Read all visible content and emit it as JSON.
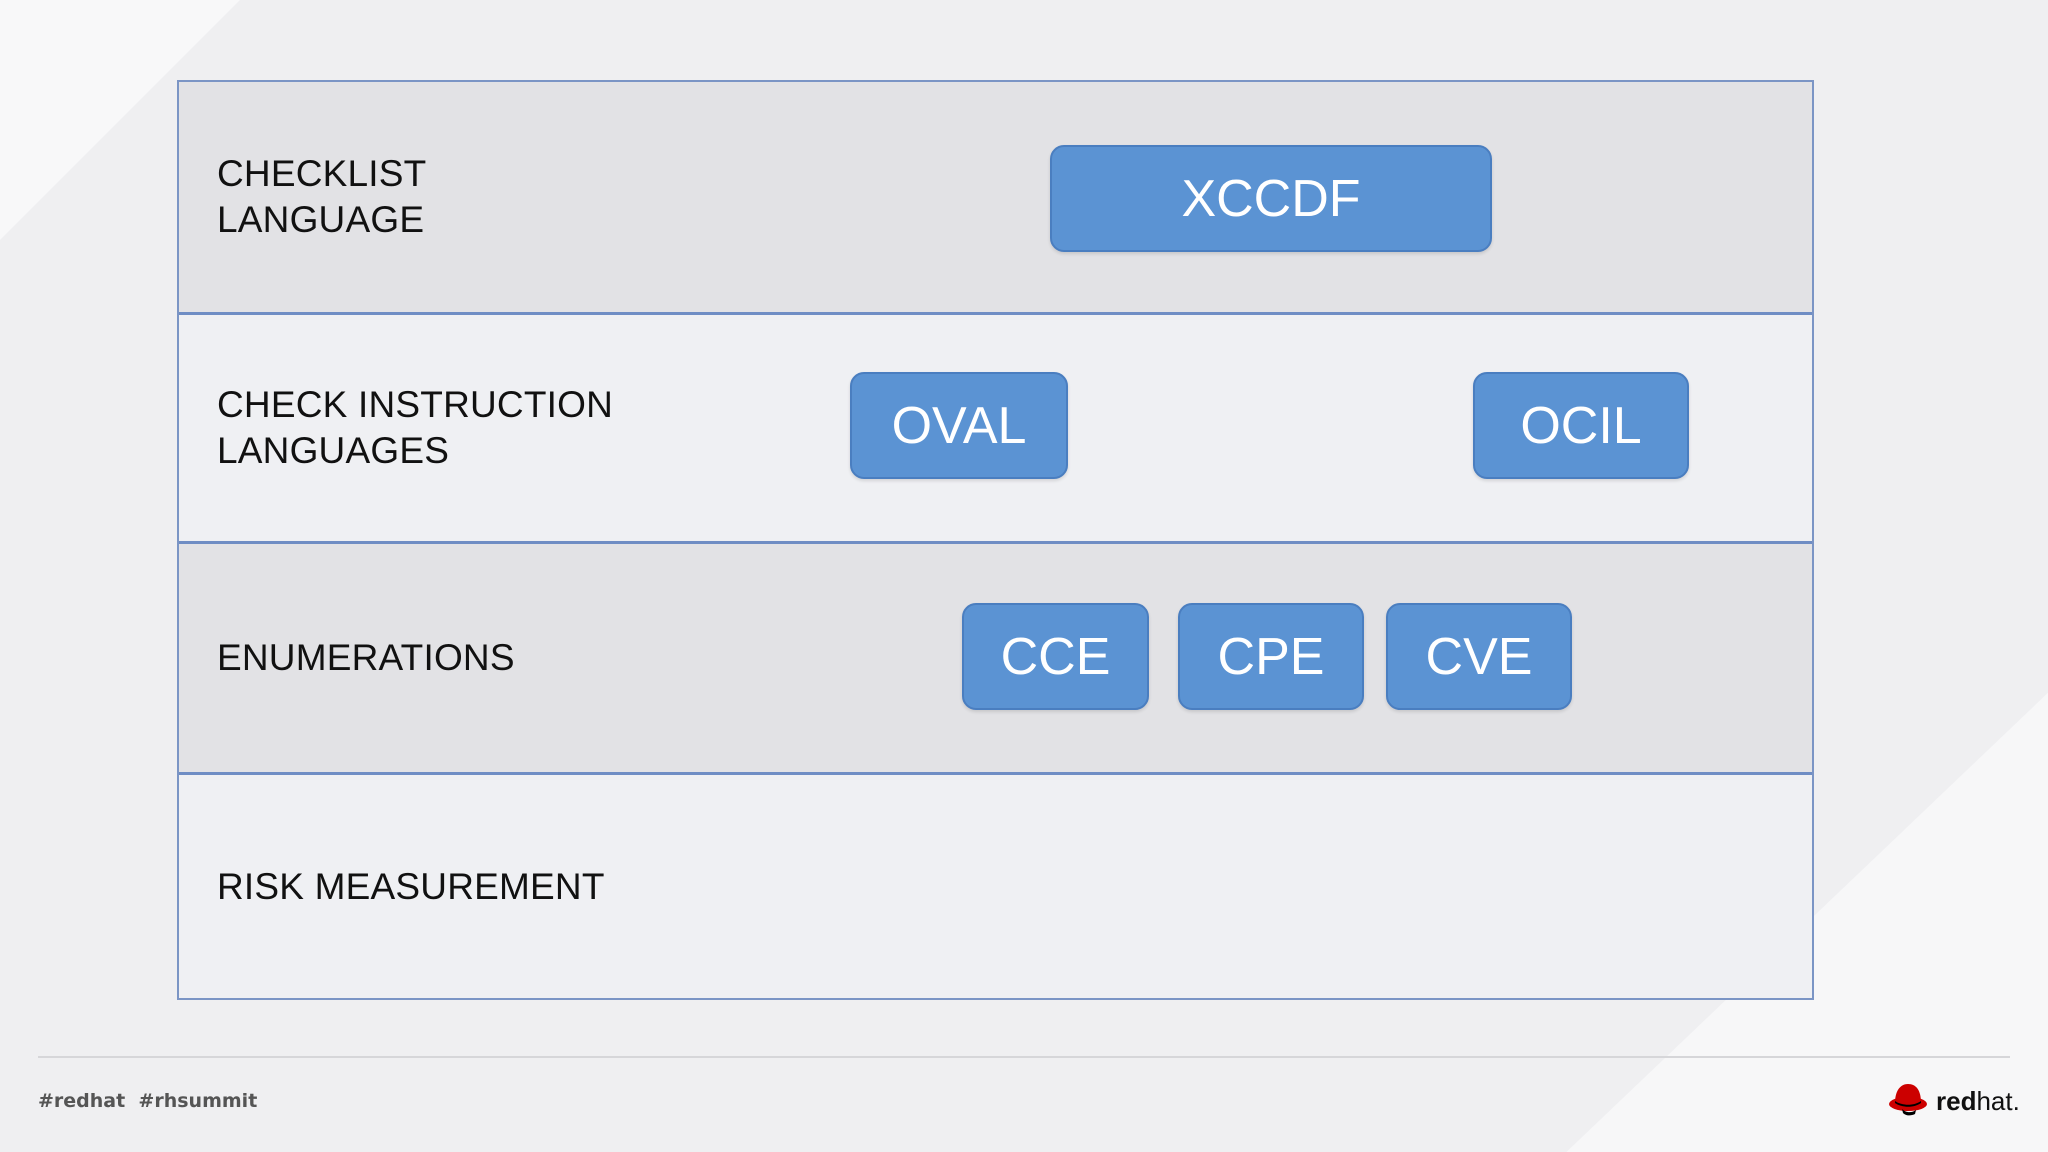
{
  "layers": [
    {
      "label": "CHECKLIST\nLANGUAGE",
      "boxes": [
        "XCCDF"
      ]
    },
    {
      "label": "CHECK INSTRUCTION\nLANGUAGES",
      "boxes": [
        "OVAL",
        "OCIL"
      ]
    },
    {
      "label": "ENUMERATIONS",
      "boxes": [
        "CCE",
        "CPE",
        "CVE"
      ]
    },
    {
      "label": "RISK MEASUREMENT",
      "boxes": []
    }
  ],
  "footer": {
    "hashtags": "#redhat  #rhsummit",
    "logo_bold": "red",
    "logo_rest": "hat."
  },
  "colors": {
    "box_fill": "#5b93d3",
    "border": "#7b95c5",
    "logo_red": "#cc0000"
  }
}
